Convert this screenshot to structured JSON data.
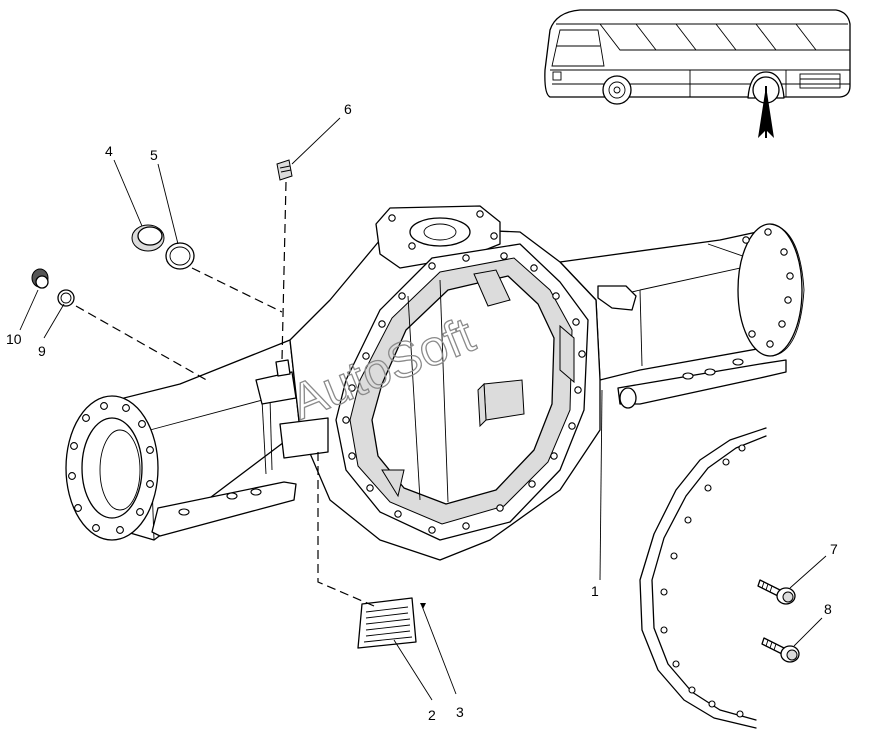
{
  "diagram": {
    "subject": "rear-axle-housing-exploded-view",
    "watermark": "AutoSoft",
    "callouts": [
      {
        "id": "c1",
        "label": "1"
      },
      {
        "id": "c2",
        "label": "2"
      },
      {
        "id": "c3",
        "label": "3"
      },
      {
        "id": "c4",
        "label": "4"
      },
      {
        "id": "c5",
        "label": "5"
      },
      {
        "id": "c6",
        "label": "6"
      },
      {
        "id": "c7",
        "label": "7"
      },
      {
        "id": "c8",
        "label": "8"
      },
      {
        "id": "c9",
        "label": "9"
      },
      {
        "id": "c10",
        "label": "10"
      }
    ],
    "locator": {
      "vehicle": "bus",
      "indicator": "arrow-pointing-to-rear-axle"
    }
  }
}
